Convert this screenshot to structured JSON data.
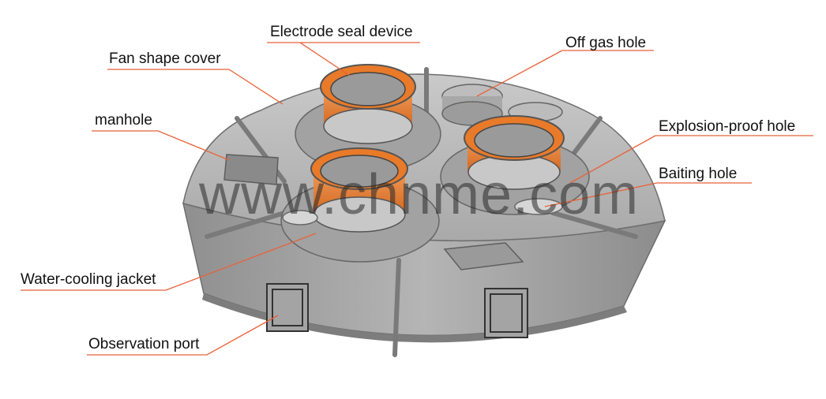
{
  "labels": {
    "electrode_seal_device": "Electrode seal device",
    "off_gas_hole": "Off gas hole",
    "fan_shape_cover": "Fan shape cover",
    "manhole": "manhole",
    "explosion_proof_hole": "Explosion-proof hole",
    "baiting_hole": "Baiting hole",
    "water_cooling_jacket": "Water-cooling jacket",
    "observation_port": "Observation port"
  },
  "watermark": "www.chnme.com",
  "colors": {
    "leader_line": "#e8623a",
    "label_text": "#111111",
    "body_gray": "#b3b3b3",
    "ring_orange": "#e87a2a"
  }
}
